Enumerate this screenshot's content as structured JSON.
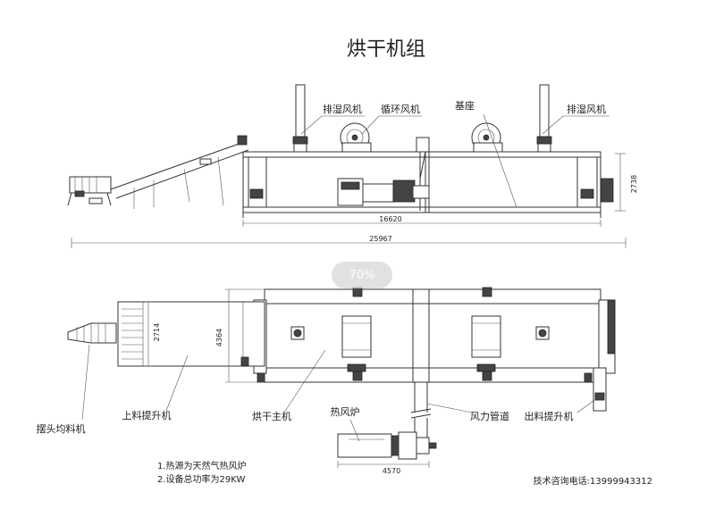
{
  "title": "烘干机组",
  "labels": {
    "exhaust_fan_left": "排湿风机",
    "circulation_fan": "循环风机",
    "base": "基座",
    "exhaust_fan_right": "排湿风机",
    "swing_head_spreader": "摆头均料机",
    "feed_elevator": "上料提升机",
    "dryer_main": "烘干主机",
    "hot_air_furnace": "热风炉",
    "air_duct": "风力管道",
    "discharge_elevator": "出料提升机"
  },
  "dimensions": {
    "height_side": "2738",
    "main_length": "16620",
    "total_length": "25967",
    "feed_width": "2714",
    "main_width": "4364",
    "furnace_length": "4570"
  },
  "notes": [
    "1.热源为天然气热风炉",
    "2.设备总功率为29KW"
  ],
  "contact": "技术咨询电话:13999943312",
  "zoom": "70%"
}
